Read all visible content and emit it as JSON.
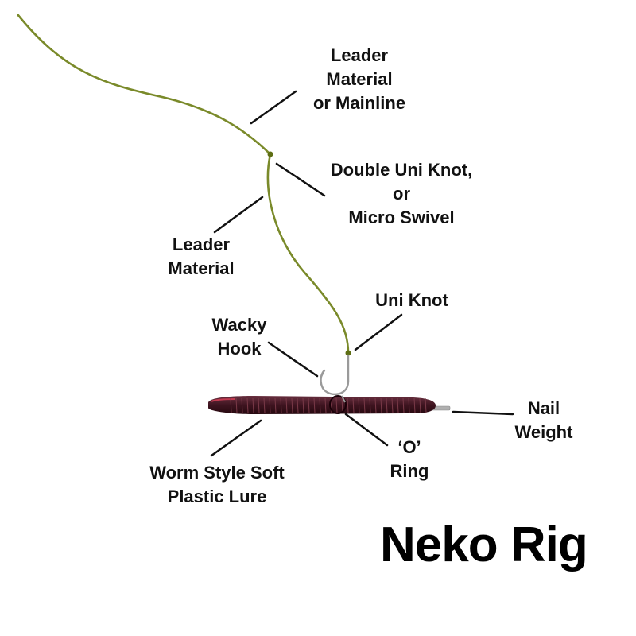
{
  "title": "Neko Rig",
  "labels": {
    "leader_mainline": [
      "Leader",
      "Material",
      "or Mainline"
    ],
    "double_uni": [
      "Double Uni Knot,",
      "or",
      "Micro Swivel"
    ],
    "leader_material": [
      "Leader",
      "Material"
    ],
    "uni_knot": [
      "Uni Knot"
    ],
    "wacky_hook": [
      "Wacky",
      "Hook"
    ],
    "nail_weight": [
      "Nail",
      "Weight"
    ],
    "o_ring": [
      "‘O’",
      "Ring"
    ],
    "worm_lure": [
      "Worm Style Soft",
      "Plastic Lure"
    ]
  },
  "colors": {
    "line": "#7a8a2a",
    "knot": "#5e6e14",
    "worm": "#4a1a24",
    "worm_highlight": "#7a3a48",
    "hook": "#9a9a9a",
    "nail": "#b0b0b0",
    "pointer": "#111111",
    "text": "#111111"
  }
}
